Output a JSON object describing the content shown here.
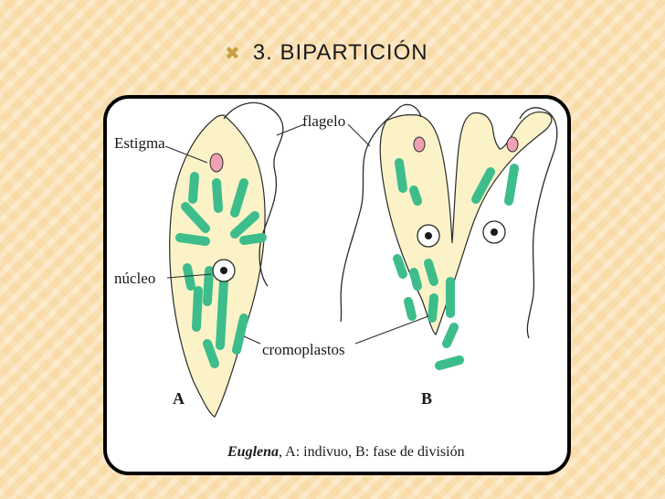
{
  "slide": {
    "bullet_icon": "x-mark-bullet-icon",
    "title": "3. BIPARTICIÓN"
  },
  "diagram": {
    "labels": {
      "estigma": "Estigma",
      "flagelo": "flagelo",
      "nucleo": "núcleo",
      "cromoplastos": "cromoplastos",
      "letter_a": "A",
      "letter_b": "B"
    },
    "caption": {
      "genus": "Euglena",
      "text": ", A: indivuo,  B: fase de división"
    },
    "colors": {
      "cell_fill": "#fbf3c7",
      "chloroplast": "#3dbd8c",
      "stigma": "#f0a0b4",
      "frame_border": "#050505"
    }
  }
}
